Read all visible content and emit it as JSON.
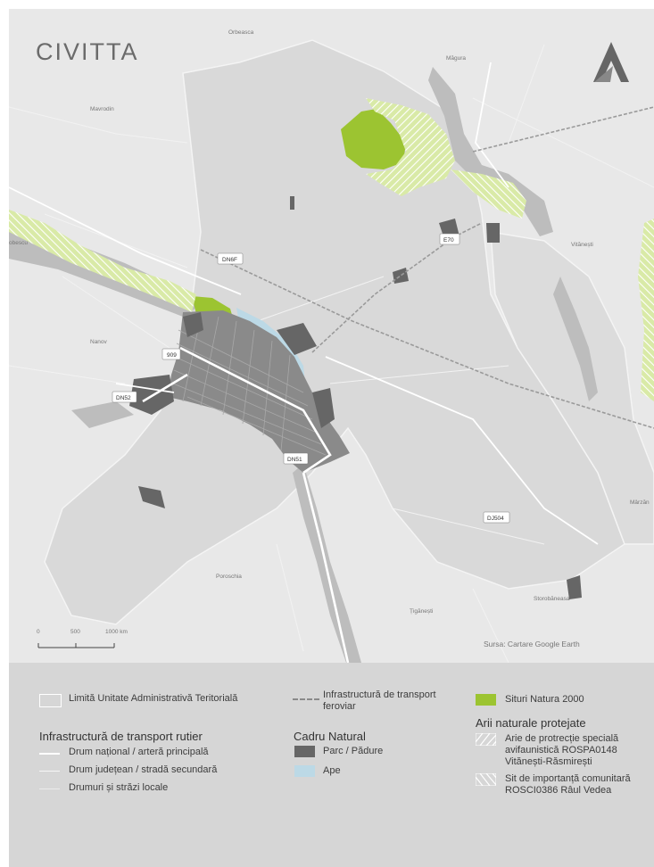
{
  "brand": {
    "name": "CIVITTA"
  },
  "map": {
    "places": [
      {
        "key": "orbeasca",
        "name": "Orbeasca"
      },
      {
        "key": "magura",
        "name": "Măgura"
      },
      {
        "key": "mavrodin",
        "name": "Mavrodin"
      },
      {
        "key": "vitanesti",
        "name": "Vitănești"
      },
      {
        "key": "nanov",
        "name": "Nanov"
      },
      {
        "key": "poroschia",
        "name": "Poroschia"
      },
      {
        "key": "tiganesti",
        "name": "Țigănești"
      },
      {
        "key": "storobaneasa",
        "name": "Storobăneasa"
      },
      {
        "key": "marzanesti",
        "name": "Mârzăn"
      },
      {
        "key": "dobrotesti",
        "name": "obescu"
      }
    ],
    "road_labels": [
      {
        "key": "dn6f",
        "text": "DN6F"
      },
      {
        "key": "e70",
        "text": "E70"
      },
      {
        "key": "r909",
        "text": "909"
      },
      {
        "key": "dn52",
        "text": "DN52"
      },
      {
        "key": "dn51",
        "text": "DN51"
      },
      {
        "key": "dj504",
        "text": "DJ504"
      }
    ],
    "scale_bar": {
      "labels": [
        "0",
        "500",
        "1000 km"
      ]
    },
    "source": "Sursa: Cartare Google Earth"
  },
  "legend": {
    "uat": "Limită Unitate Administrativă Teritorială",
    "road_heading": "Infrastructură de transport rutier",
    "road_national": "Drum național / arteră principală",
    "road_county": "Drum județean / stradă secundară",
    "road_local": "Drumuri și străzi locale",
    "rail": "Infrastructură de transport feroviar",
    "natural_heading": "Cadru Natural",
    "park": "Parc / Pădure",
    "water": "Ape",
    "natura": "Situri Natura 2000",
    "protected_heading": "Arii naturale protejate",
    "rospa": "Arie de protrecție specială avifaunistică ROSPA0148 Vitănești-Răsmirești",
    "rosci": "Sit de importanță comunitară ROSCI0386 Râul Vedea"
  },
  "colors": {
    "background": "#e8e8e8",
    "uat_fill": "#d9d9d9",
    "urban": "#8a8a8a",
    "urban_dark": "#6e6e6e",
    "park": "#666666",
    "water": "#bcd9e6",
    "natura": "#9cc431",
    "natura_light": "#d6e9a6",
    "legend_bg": "#d6d6d6"
  }
}
